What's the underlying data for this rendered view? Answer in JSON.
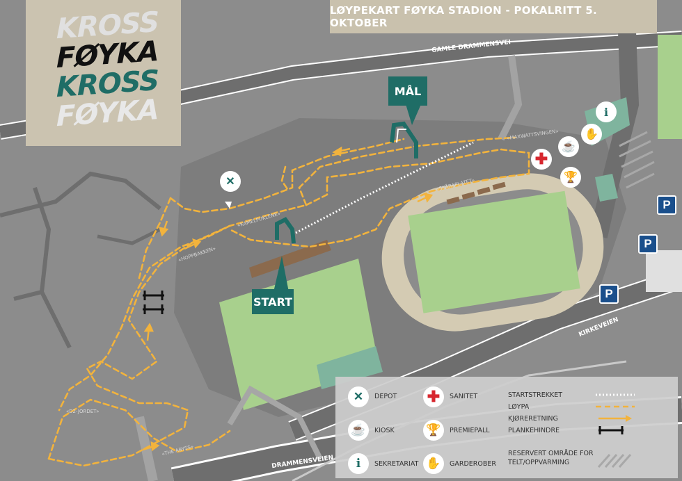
{
  "title": "LØYPEKART FØYKA STADION - POKALRITT 5. OKTOBER",
  "logo": [
    "KROSS",
    "FØYKA",
    "KROSS",
    "FØYKA"
  ],
  "roads": {
    "gamle_drammensvei": "GAMLE DRAMMENSVEI",
    "kirkeveien": "KIRKEVEIEN",
    "drammensveien": "DRAMMENSVEIEN"
  },
  "zones": {
    "maxwattsvingen": "«MAXWATTSVINGEN»",
    "skaraplatet": "«SKÅRAPLATET»",
    "kamelpuklene": "«KAMELPUKLENE»",
    "hoppbakken": "«HOPPBAKKEN»",
    "d2_jordet": "«D2-JORDET»",
    "the_abyss": "«THE ABYSS»"
  },
  "markers": {
    "finish": "MÅL",
    "start": "START",
    "parking": "P"
  },
  "icons": {
    "depot": "wrench-screwdriver-icon",
    "sanitet": "red-cross-icon",
    "kiosk": "coffee-cup-icon",
    "premiepall": "trophy-podium-icon",
    "sekretariat": "info-icon",
    "garderober": "changing-rooms-icon"
  },
  "legend": {
    "depot": "DEPOT",
    "sanitet": "SANITET",
    "kiosk": "KIOSK",
    "premiepall": "PREMIEPALL",
    "sekretariat": "SEKRETARIAT",
    "garderober": "GARDEROBER",
    "startstrekket": "STARTSTREKKET",
    "loypa": "LØYPA",
    "kjoreretning": "KJØRERETNING",
    "plankehindre": "PLANKEHINDRE",
    "reservert": "RESERVERT OMRÅDE FOR TELT/OPPVARMING"
  },
  "colors": {
    "ground": "#8c8c8c",
    "road": "#6e6e6e",
    "course": "#f2b33d",
    "field": "#a8d08d",
    "track": "#d4cbb3",
    "teal": "#1f6d66",
    "beige": "#c9c1ad",
    "parking": "#1a4f8c",
    "red": "#d7262e"
  }
}
